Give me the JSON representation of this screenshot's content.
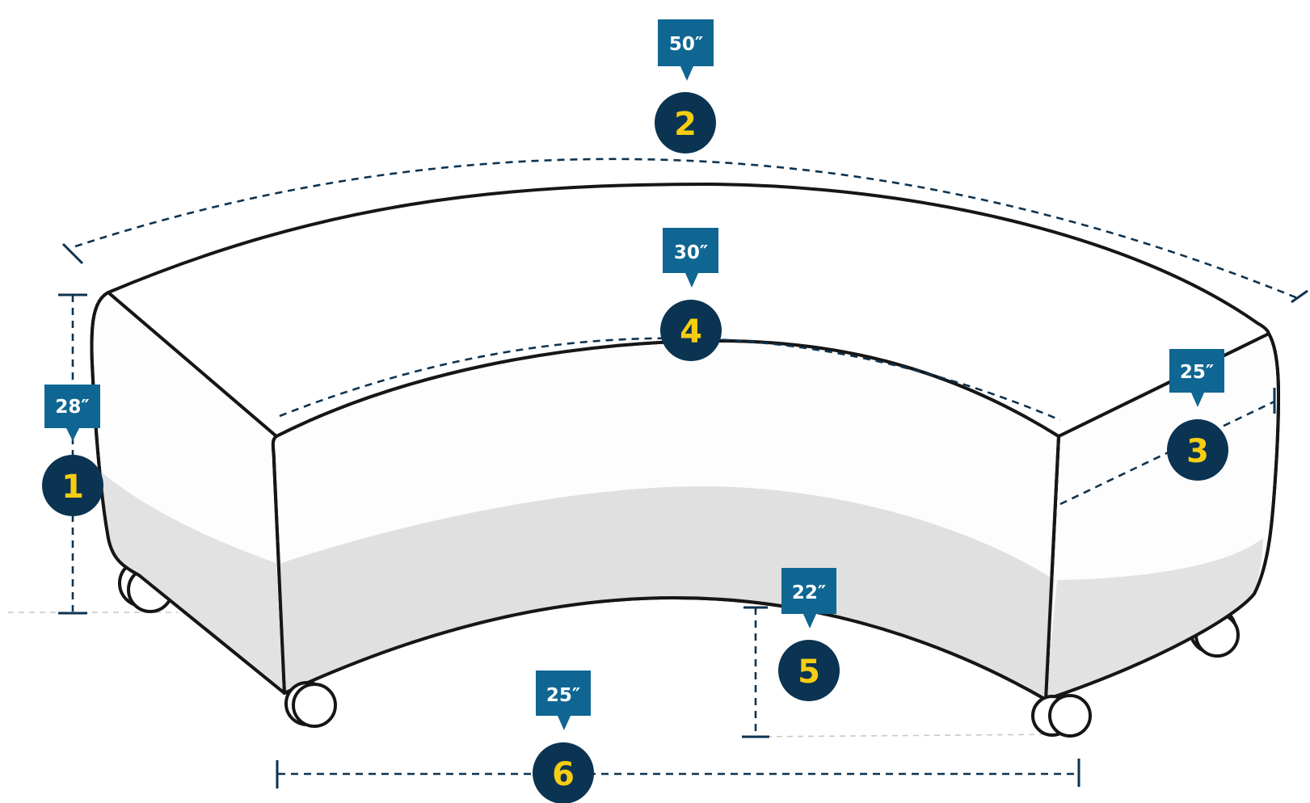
{
  "colors": {
    "badge_fill": "#0b3352",
    "badge_number": "#f6cd12",
    "tag_fill": "#0f6692",
    "tag_text": "#ffffff",
    "dimension_line": "#0d3350",
    "outline": "#161616",
    "shadow": "#e1e1e1"
  },
  "dimensions": [
    {
      "number": "1",
      "value": "28″"
    },
    {
      "number": "2",
      "value": "50″"
    },
    {
      "number": "3",
      "value": "25″"
    },
    {
      "number": "4",
      "value": "30″"
    },
    {
      "number": "5",
      "value": "22″"
    },
    {
      "number": "6",
      "value": "25″"
    }
  ]
}
